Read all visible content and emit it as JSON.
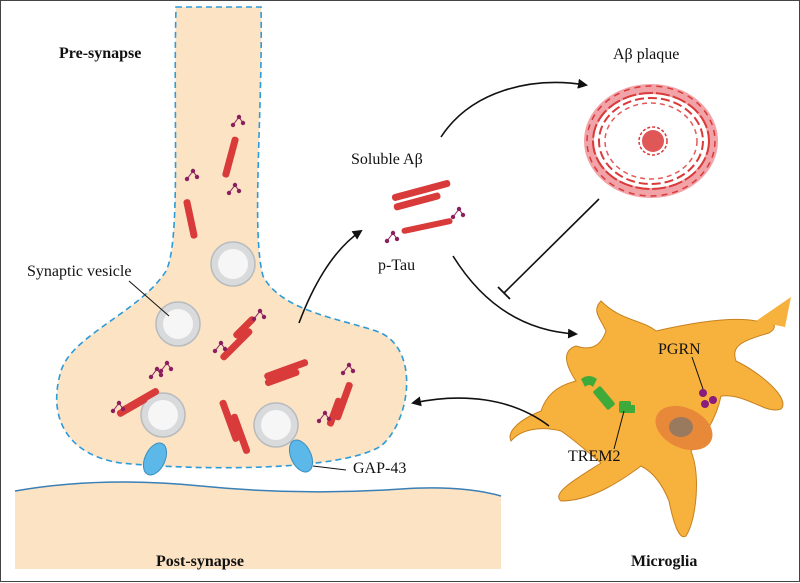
{
  "labels": {
    "pre_synapse": "Pre-synapse",
    "post_synapse": "Post-synapse",
    "synaptic_vesicle": "Synaptic vesicle",
    "gap43": "GAP-43",
    "soluble_abeta": "Soluble Aβ",
    "p_tau": "p-Tau",
    "abeta_plaque": "Aβ plaque",
    "pgrn": "PGRN",
    "trem2": "TREM2",
    "microglia": "Microglia"
  },
  "colors": {
    "neuron_fill": "#fbe3c4",
    "membrane_dash": "#2d9bd8",
    "post_membrane": "#3a7fb6",
    "amyloid_red": "#d93a3a",
    "plaque_light": "#f2a3a8",
    "tau_purple": "#8b1f5e",
    "gap43_blue": "#5bb8e8",
    "vesicle_grey": "#d8dadc",
    "microglia_orange": "#f7b13d",
    "nucleus_orange": "#e8893a",
    "nucleolus": "#9a7a5e",
    "trem2_green": "#3daa3a",
    "pgrn_purple": "#8a1c7c"
  }
}
